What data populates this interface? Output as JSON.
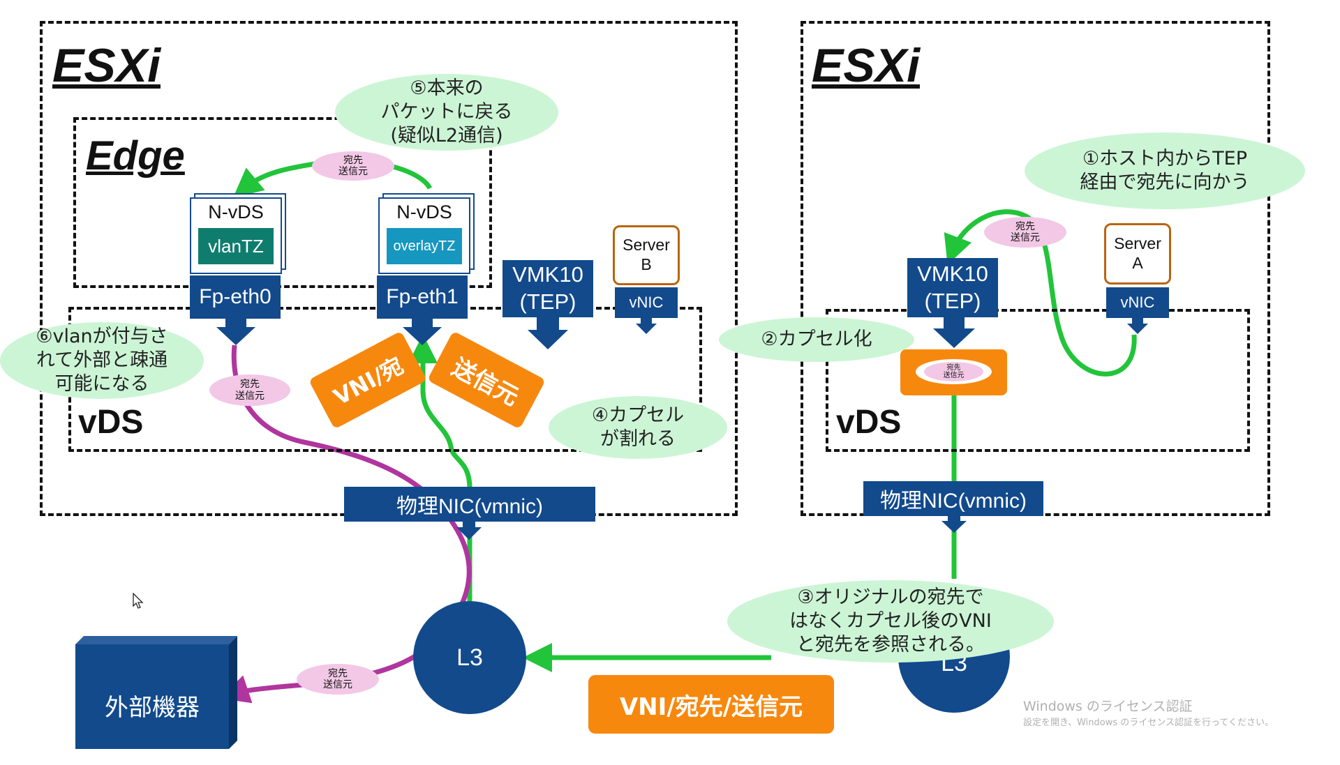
{
  "left_host": {
    "esxi_label": "ESXi",
    "edge_label": "Edge",
    "vds_label": "vDS",
    "nvds_left": {
      "title": "N-vDS",
      "tz": "vlanTZ",
      "port": "Fp-eth0",
      "color": "#0f7d6e"
    },
    "nvds_right": {
      "title": "N-vDS",
      "tz": "overlayTZ",
      "port": "Fp-eth1",
      "color": "#1597bf"
    },
    "vmk": [
      "VMK10",
      "(TEP)"
    ],
    "server": [
      "Server",
      "B"
    ],
    "vnic": "vNIC",
    "pnic": "物理NIC(vmnic)"
  },
  "right_host": {
    "esxi_label": "ESXi",
    "vds_label": "vDS",
    "vmk": [
      "VMK10",
      "(TEP)"
    ],
    "server": [
      "Server",
      "A"
    ],
    "vnic": "vNIC",
    "pnic": "物理NIC(vmnic)"
  },
  "bubbles": {
    "b1": [
      "①ホスト内からTEP",
      "経由で宛先に向かう"
    ],
    "b2": [
      "②カプセル化"
    ],
    "b3": [
      "③オリジナルの宛先で",
      "はなくカプセル後のVNI",
      "と宛先を参照される。"
    ],
    "b4": [
      "④カプセル",
      "が割れる"
    ],
    "b5": [
      "⑤本来の",
      "パケットに戻る",
      "(疑似L2通信)"
    ],
    "b6": [
      "⑥vlanが付与さ",
      "れて外部と疎通",
      "可能になる"
    ]
  },
  "packet_tag": [
    "宛先",
    "送信元"
  ],
  "broken_left": "VNI/宛",
  "broken_right": "送信元",
  "bottom_packet": "VNI/宛先/送信元",
  "l3_label": "L3",
  "l3_right_partial": "L3",
  "external_device": "外部機器",
  "watermark": {
    "title": "Windows のライセンス認証",
    "subtitle": "設定を開き、Windows のライセンス認証を行ってください。"
  },
  "colors": {
    "navy": "#124a8c",
    "green_flow": "#22c43a",
    "purple_flow": "#b0359e",
    "orange": "#f7880e",
    "bubble": "#ccf5d6",
    "pill": "#f2c8e6"
  }
}
